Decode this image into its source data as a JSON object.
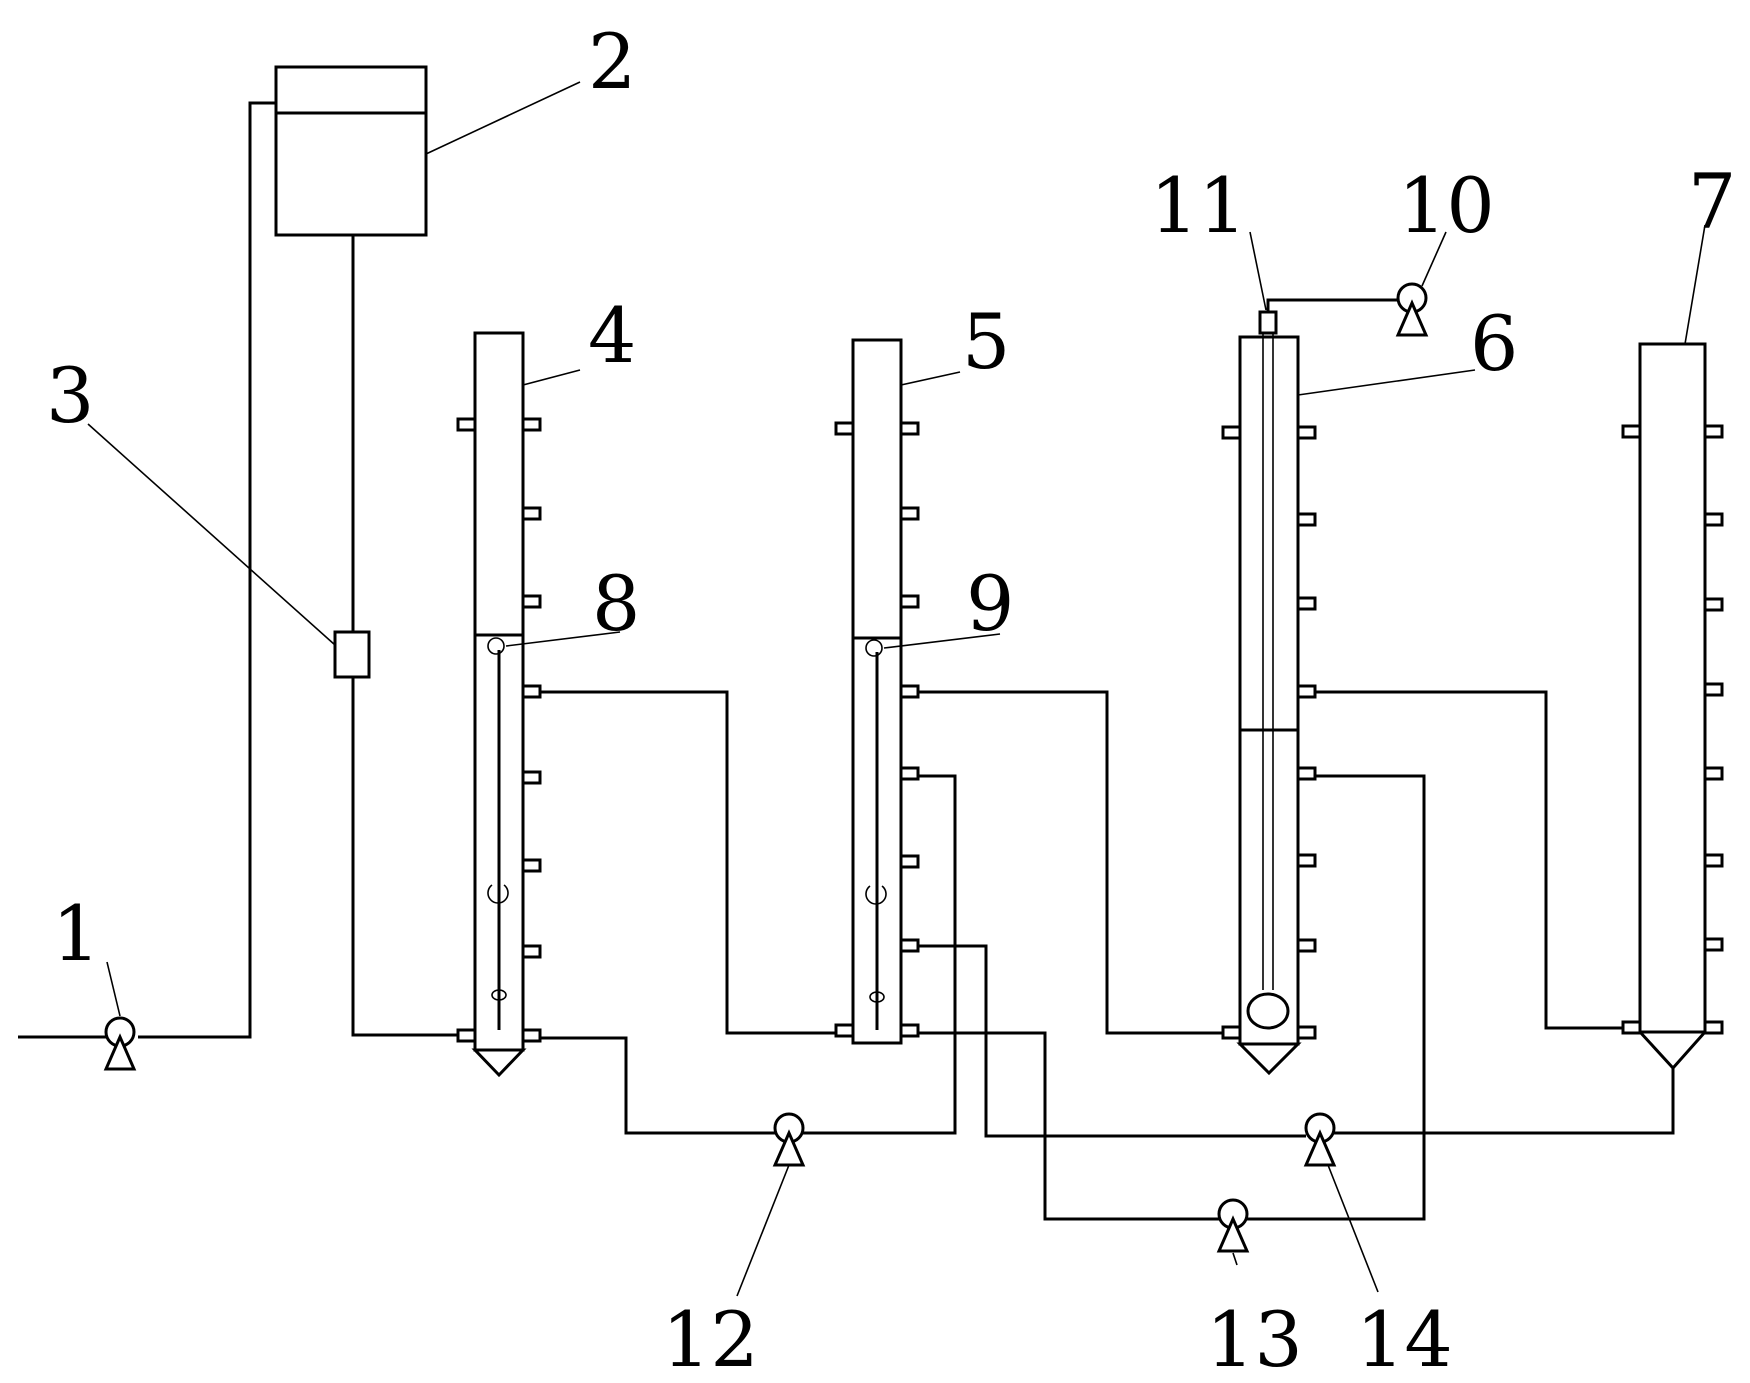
{
  "labels": {
    "n1": "1",
    "n2": "2",
    "n3": "3",
    "n4": "4",
    "n5": "5",
    "n6": "6",
    "n7": "7",
    "n8": "8",
    "n9": "9",
    "n10": "10",
    "n11": "11",
    "n12": "12",
    "n13": "13",
    "n14": "14"
  },
  "colors": {
    "ink": "#000000",
    "background": "#ffffff"
  }
}
